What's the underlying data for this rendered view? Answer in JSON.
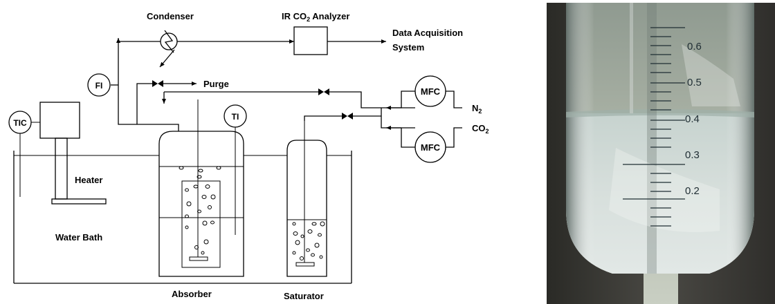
{
  "diagram": {
    "labels": {
      "condenser": "Condenser",
      "analyzer_prefix": "IR CO",
      "analyzer_sub": "2",
      "analyzer_suffix": " Analyzer",
      "daq_line1": "Data Acquisition",
      "daq_line2": "System",
      "fi": "FI",
      "purge": "Purge",
      "mfc_top": "MFC",
      "mfc_bottom": "MFC",
      "n2_prefix": "N",
      "n2_sub": "2",
      "co2_prefix": "CO",
      "co2_sub": "2",
      "tic": "TIC",
      "ti": "TI",
      "heater": "Heater",
      "water_bath": "Water Bath",
      "absorber": "Absorber",
      "saturator": "Saturator"
    }
  },
  "photo": {
    "graduations": [
      "0.6",
      "0.5",
      "0.4",
      "0.3",
      "0.2"
    ]
  }
}
